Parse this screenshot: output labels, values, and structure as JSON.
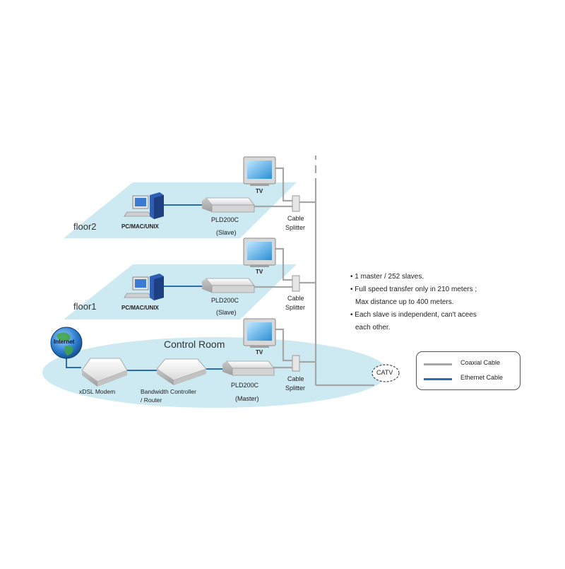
{
  "floors": {
    "floor2": "floor2",
    "floor1": "floor1",
    "control_room": "Control Room"
  },
  "devices": {
    "floor2_pc": "PC/MAC/UNIX",
    "floor1_pc": "PC/MAC/UNIX",
    "floor2_tv": "TV",
    "floor1_tv": "TV",
    "control_tv": "TV",
    "floor2_pld": "PLD200C",
    "floor2_role": "(Slave)",
    "floor1_pld": "PLD200C",
    "floor1_role": "(Slave)",
    "control_pld": "PLD200C",
    "control_role": "(Master)",
    "splitter_line1": "Cable",
    "splitter_line2": "Splitter",
    "internet": "Internet",
    "modem": "xDSL Modem",
    "bw_line1": "Bandwidth Controller",
    "bw_line2": "/ Router",
    "catv": "CATV"
  },
  "notes": [
    "• 1 master / 252 slaves.",
    "• Full speed transfer only in 210 meters ;",
    "  Max distance up to 400 meters.",
    "• Each slave is independent, can't acees",
    "  each other."
  ],
  "legend": {
    "coaxial": "Coaxial Cable",
    "ethernet": "Ethernet Cable",
    "coaxial_color": "#a6a6a6",
    "ethernet_color": "#2b6cb3"
  },
  "colors": {
    "floor_fill": "#cde9f2",
    "coax": "#a6a6a6",
    "ethernet": "#2b6cb3"
  }
}
